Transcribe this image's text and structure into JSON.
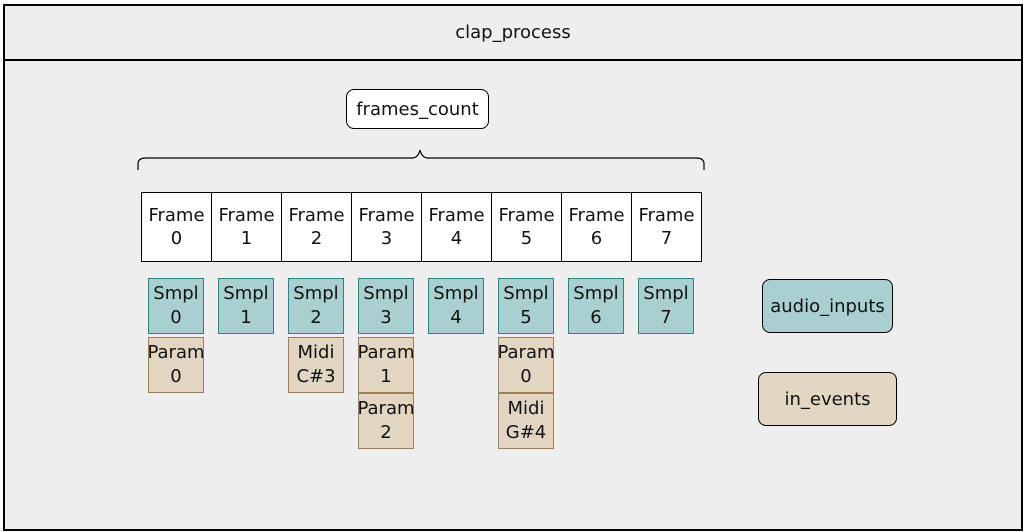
{
  "title": "clap_process",
  "frames_count_label": "frames_count",
  "frames": [
    {
      "line1": "Frame",
      "line2": "0"
    },
    {
      "line1": "Frame",
      "line2": "1"
    },
    {
      "line1": "Frame",
      "line2": "2"
    },
    {
      "line1": "Frame",
      "line2": "3"
    },
    {
      "line1": "Frame",
      "line2": "4"
    },
    {
      "line1": "Frame",
      "line2": "5"
    },
    {
      "line1": "Frame",
      "line2": "6"
    },
    {
      "line1": "Frame",
      "line2": "7"
    }
  ],
  "samples": [
    {
      "line1": "Smpl",
      "line2": "0"
    },
    {
      "line1": "Smpl",
      "line2": "1"
    },
    {
      "line1": "Smpl",
      "line2": "2"
    },
    {
      "line1": "Smpl",
      "line2": "3"
    },
    {
      "line1": "Smpl",
      "line2": "4"
    },
    {
      "line1": "Smpl",
      "line2": "5"
    },
    {
      "line1": "Smpl",
      "line2": "6"
    },
    {
      "line1": "Smpl",
      "line2": "7"
    }
  ],
  "events": {
    "f0_a": {
      "line1": "Param",
      "line2": "0"
    },
    "f2_a": {
      "line1": "Midi",
      "line2": "C#3"
    },
    "f3_a": {
      "line1": "Param",
      "line2": "1"
    },
    "f3_b": {
      "line1": "Param",
      "line2": "2"
    },
    "f5_a": {
      "line1": "Param",
      "line2": "0"
    },
    "f5_b": {
      "line1": "Midi",
      "line2": "G#4"
    }
  },
  "legend": {
    "audio_inputs": "audio_inputs",
    "in_events": "in_events"
  },
  "colors": {
    "sample_fill": "#a9cfd0",
    "sample_border": "#2f7f86",
    "event_fill": "#e2d6c3",
    "event_border": "#a07e5a",
    "background": "#eeeeee"
  }
}
